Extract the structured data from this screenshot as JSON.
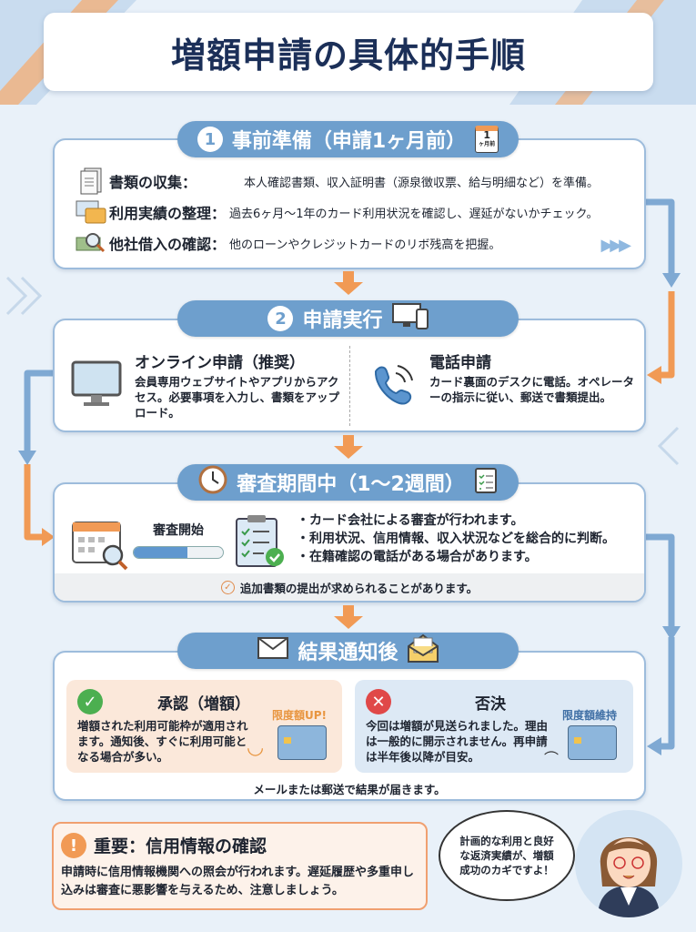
{
  "title": "増額申請の具体的手順",
  "colors": {
    "accent_blue": "#6e9fcd",
    "accent_orange": "#f19a55",
    "navy": "#1b2f58",
    "approve_bg": "#fbe8da",
    "reject_bg": "#dde9f5"
  },
  "step1": {
    "number": "1",
    "title": "事前準備（申請1ヶ月前）",
    "calendar_icon": {
      "day": "1",
      "label": "ヶ月前"
    },
    "items": [
      {
        "icon": "documents-icon",
        "label": "書類の収集：",
        "text": "本人確認書類、収入証明書（源泉徴収票、給与明細など）を準備。"
      },
      {
        "icon": "computer-folder-icon",
        "label": "利用実績の整理：",
        "text": "過去6ヶ月〜1年のカード利用状況を確認し、遅延がないかチェック。"
      },
      {
        "icon": "money-magnifier-icon",
        "label": "他社借入の確認：",
        "text": "他のローンやクレジットカードのリボ残高を把握。"
      }
    ]
  },
  "step2": {
    "number": "2",
    "title": "申請実行",
    "online": {
      "title": "オンライン申請（推奨）",
      "text": "会員専用ウェブサイトやアプリからアクセス。必要事項を入力し、書類をアップロード。"
    },
    "phone": {
      "title": "電話申請",
      "text": "カード裏面のデスクに電話。オペレーターの指示に従い、郵送で書類提出。"
    }
  },
  "step3": {
    "title": "審査期間中（1〜2週間）",
    "progress_label": "審査開始",
    "progress": 0.6,
    "bullets": [
      "カード会社による審査が行われます。",
      "利用状況、信用情報、収入状況などを総合的に判断。",
      "在籍確認の電話がある場合があります。"
    ],
    "note": "追加書類の提出が求められることがあります。"
  },
  "step4": {
    "title": "結果通知後",
    "approve": {
      "title": "承認（増額）",
      "text": "増額された利用可能枠が適用されます。通知後、すぐに利用可能となる場合が多い。",
      "badge": "限度額UP!"
    },
    "reject": {
      "title": "否決",
      "text": "今回は増額が見送られました。理由は一般的に開示されません。再申請は半年後以降が目安。",
      "badge": "限度額維持"
    },
    "footer": "メールまたは郵送で結果が届きます。"
  },
  "important": {
    "title": "重要：信用情報の確認",
    "text": "申請時に信用情報機関への照会が行われます。遅延履歴や多重申し込みは審査に悪影響を与えるため、注意しましょう。"
  },
  "speech": "計画的な利用と良好な返済実績が、増額成功のカギですよ！"
}
